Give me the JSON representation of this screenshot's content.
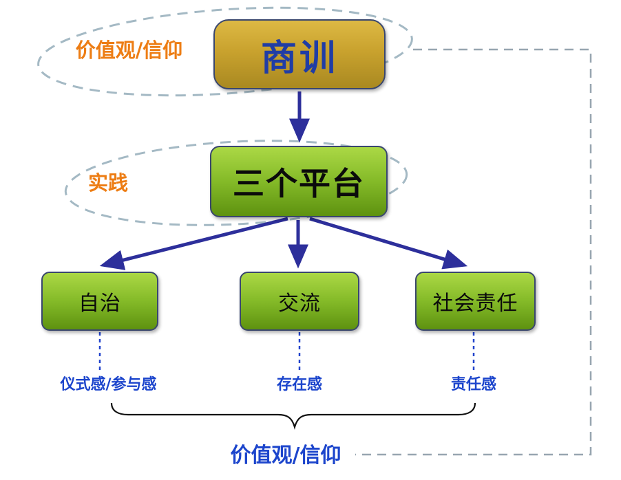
{
  "diagram": {
    "labels": {
      "values_belief_top": "价值观/信仰",
      "practice": "实践",
      "values_belief_bottom": "价值观/信仰"
    },
    "nodes": {
      "top": "商训",
      "middle": "三个平台",
      "children": [
        "自治",
        "交流",
        "社会责任"
      ]
    },
    "sub_labels": [
      "仪式感/参与感",
      "存在感",
      "责任感"
    ],
    "colors": {
      "gold_box": "#C9A22E",
      "green_box": "#84BA28",
      "arrow": "#2D2F9B",
      "orange_text": "#ED7D14",
      "blue_text": "#1C45CC",
      "dashed_ellipse": "#A4B9C4",
      "feedback_dash": "#97A5B0"
    }
  }
}
